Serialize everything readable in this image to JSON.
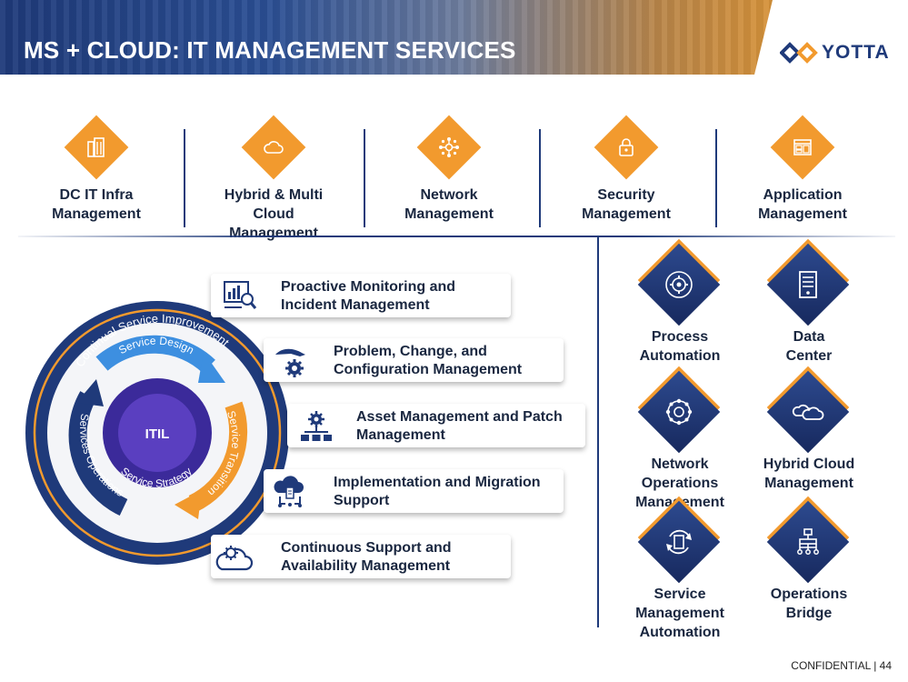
{
  "header": {
    "title": "MS + CLOUD: IT MANAGEMENT SERVICES",
    "logo_text": "YOTTA"
  },
  "categories": [
    {
      "line1": "DC IT Infra",
      "line2": "Management",
      "icon": "building-icon"
    },
    {
      "line1": "Hybrid & Multi Cloud",
      "line2": "Management",
      "icon": "cloud-icon"
    },
    {
      "line1": "Network",
      "line2": "Management",
      "icon": "network-hub-icon"
    },
    {
      "line1": "Security",
      "line2": "Management",
      "icon": "lock-icon"
    },
    {
      "line1": "Application",
      "line2": "Management",
      "icon": "app-window-icon"
    }
  ],
  "itil": {
    "center": "ITIL",
    "outer_ring": "Continual Service Improvement",
    "design": "Service Design",
    "transition": "Service Transition",
    "operations": "Services Operations",
    "strategy": "Service Strategy"
  },
  "services": [
    {
      "line1": "Proactive Monitoring and",
      "line2": "Incident Management",
      "icon": "monitoring-icon"
    },
    {
      "line1": "Problem, Change, and",
      "line2": "Configuration Management",
      "icon": "hand-gear-icon"
    },
    {
      "line1": "Asset Management and Patch",
      "line2": "Management",
      "icon": "gear-hierarchy-icon"
    },
    {
      "line1": "Implementation and Migration",
      "line2": "Support",
      "icon": "cloud-migration-icon"
    },
    {
      "line1": "Continuous Support and",
      "line2": "Availability Management",
      "icon": "cloud-gear-icon"
    }
  ],
  "right_items": [
    {
      "line1": "Process",
      "line2": "Automation",
      "icon": "gear-cycle-icon"
    },
    {
      "line1": "Data",
      "line2": "Center",
      "icon": "server-rack-icon"
    },
    {
      "line1": "Network Operations",
      "line2": "Management",
      "icon": "network-gear-icon"
    },
    {
      "line1": "Hybrid Cloud",
      "line2": "Management",
      "icon": "clouds-icon"
    },
    {
      "line1": "Service Management",
      "line2": "Automation",
      "icon": "cycle-doc-icon"
    },
    {
      "line1": "Operations",
      "line2": "Bridge",
      "icon": "org-chart-icon"
    }
  ],
  "footer": {
    "text": "CONFIDENTIAL | 44"
  },
  "colors": {
    "navy": "#1f3a7a",
    "orange": "#f29a2e",
    "purple": "#3b2a9a",
    "text": "#1a2740"
  }
}
